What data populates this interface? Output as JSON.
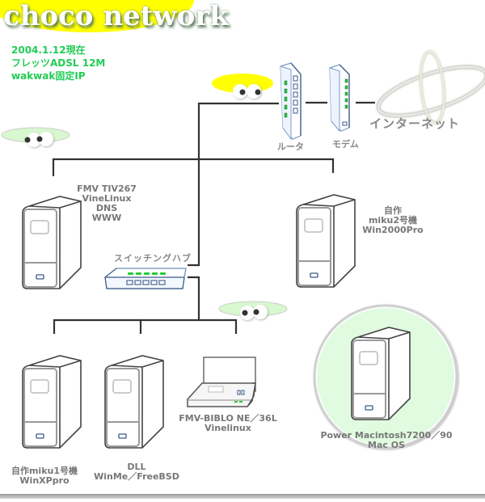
{
  "title": "choco network",
  "info": {
    "date": "2004.1.12現在",
    "line": "フレッツADSL 12M",
    "ip": "wakwak固定IP"
  },
  "devices": {
    "router": {
      "label": "ルータ",
      "icon": "router-icon"
    },
    "modem": {
      "label": "モデム",
      "icon": "modem-icon"
    },
    "internet": {
      "label": "インターネット",
      "icon": "globe-ring-icon"
    },
    "switch_hub": {
      "label": "スイッチングハブ",
      "icon": "switch-hub-icon"
    },
    "server1": {
      "lines": [
        "FMV TIV267",
        "VineLinux",
        "DNS",
        "WWW"
      ],
      "icon": "tower-pc-icon"
    },
    "server2": {
      "lines": [
        "自作",
        "miku2号機",
        "Win2000Pro"
      ],
      "icon": "tower-pc-icon"
    },
    "pc1": {
      "lines": [
        "自作miku1号機",
        "WinXPpro"
      ],
      "icon": "tower-pc-icon"
    },
    "pc2": {
      "lines": [
        "DLL",
        "WinMe／FreeBSD"
      ],
      "icon": "tower-pc-icon"
    },
    "laptop": {
      "lines": [
        "FMV-BIBLO NE／36L",
        "Vinelinux"
      ],
      "icon": "laptop-icon"
    },
    "mac": {
      "lines": [
        "Power Macintosh7200／90",
        "Mac OS"
      ],
      "icon": "tower-pc-icon"
    }
  },
  "colors": {
    "title_highlight": "#ffff00",
    "info_text": "#22cc55",
    "led": "#22cc33",
    "device_outline": "#3a5a8a",
    "mac_circle": "#e0fbe0",
    "eyes_yellow": "#ffff00",
    "eyes_green": "#d8f8d0"
  }
}
